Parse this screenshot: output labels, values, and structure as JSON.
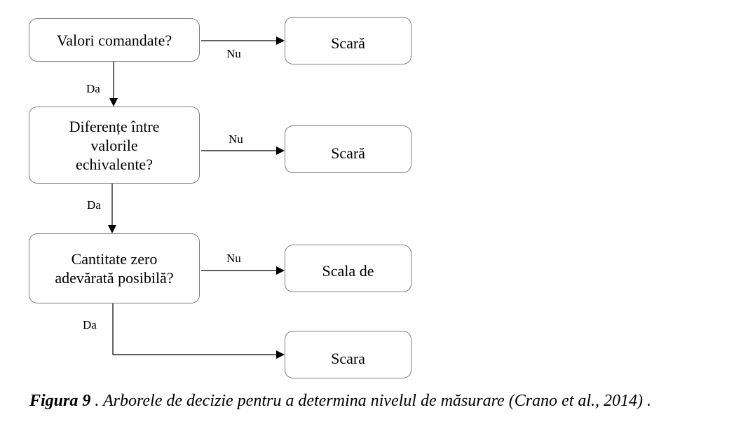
{
  "diagram": {
    "questions": [
      {
        "text": "Valori comandate?"
      },
      {
        "text": "Diferențe între\nvalorile\nechivalente?"
      },
      {
        "text": "Cantitate zero\nadevărată posibilă?"
      }
    ],
    "outcomes": [
      {
        "text": "Scară"
      },
      {
        "text": "Scară"
      },
      {
        "text": "Scala de"
      },
      {
        "text": "Scara"
      }
    ],
    "no_label": "Nu",
    "yes_label": "Da",
    "colors": {
      "box_border": "#7f7f7f",
      "line": "#000000"
    }
  },
  "caption": {
    "label": "Figura 9",
    "separator": " . ",
    "text": "Arborele de decizie pentru a determina nivelul de măsurare (Crano et al., 2014) ."
  }
}
